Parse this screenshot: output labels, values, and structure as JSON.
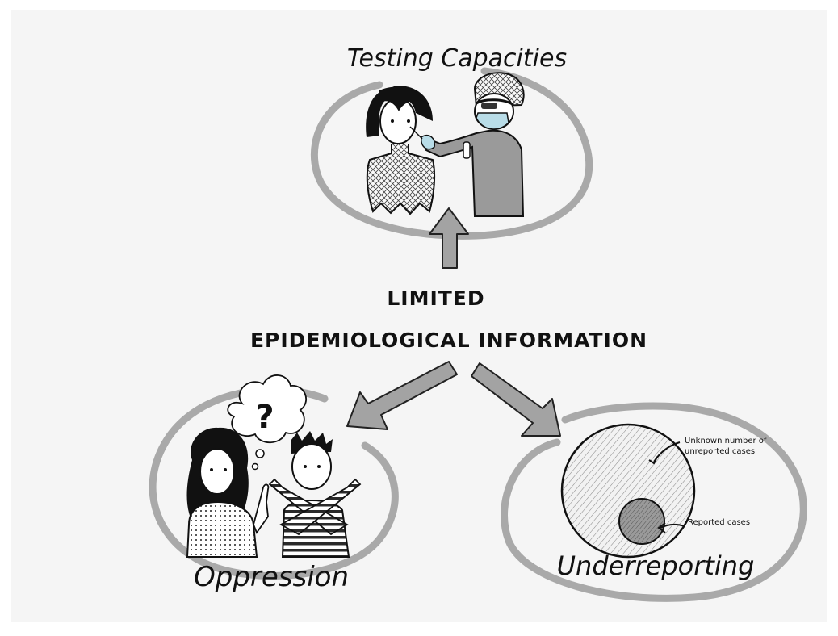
{
  "diagram": {
    "center": {
      "line1": "LIMITED",
      "line2": "EPIDEMIOLOGICAL  INFORMATION"
    },
    "nodes": [
      {
        "id": "testing",
        "label": "Testing Capacities"
      },
      {
        "id": "oppression",
        "label": "Oppression"
      },
      {
        "id": "underreporting",
        "label": "Underreporting"
      }
    ],
    "annotations": {
      "unknown_line1": "Unknown number of",
      "unknown_line2": "unreported cases",
      "reported": "Reported cases"
    },
    "thought_symbol": "?"
  },
  "colors": {
    "loop": "#a9a9a9",
    "arrow_fill": "#a3a3a3",
    "ink": "#111111",
    "page": "#f5f5f5",
    "gown": "#9a9a9a",
    "mask": "#b9dde8"
  }
}
